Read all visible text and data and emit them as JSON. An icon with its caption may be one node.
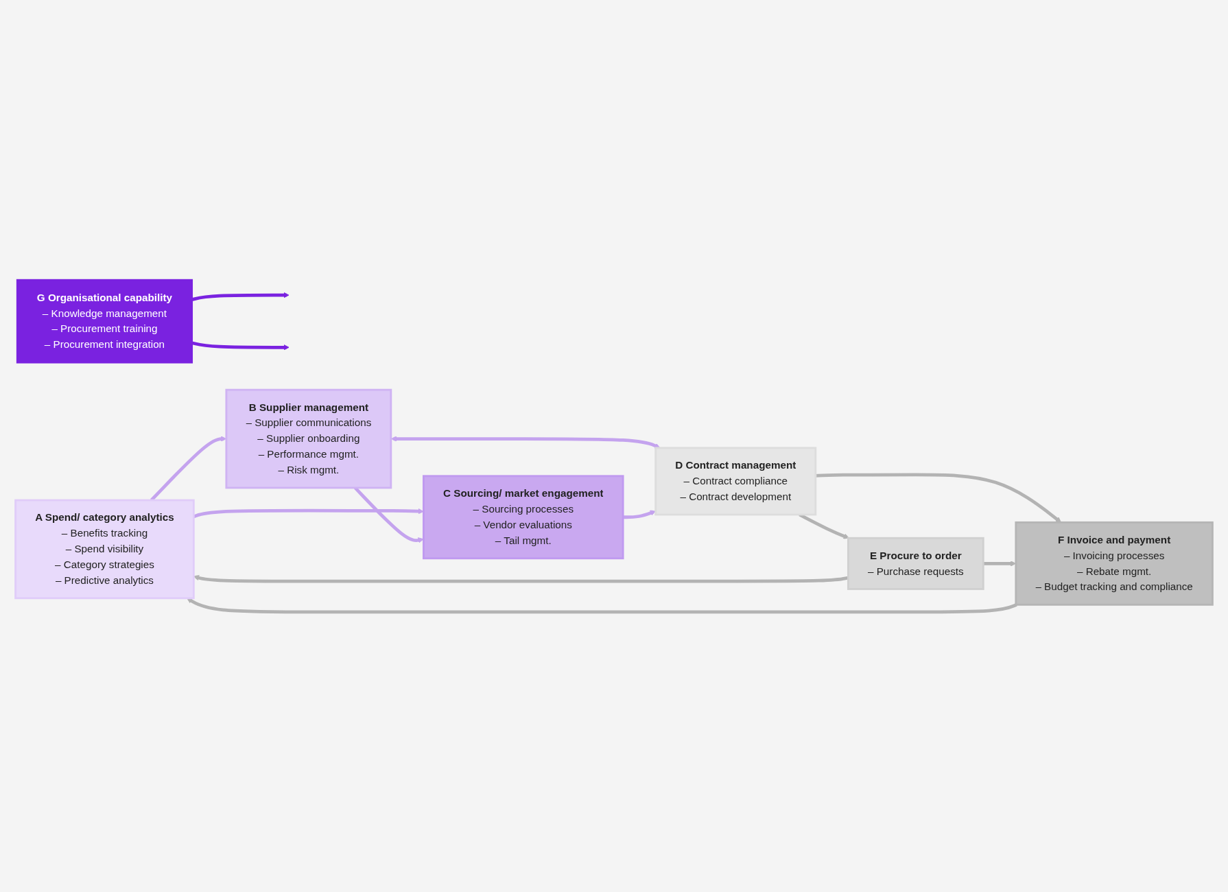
{
  "diagram": {
    "nodes": [
      {
        "text": [
          "A Spend/ category analytics",
          "– Benefits tracking",
          "– Spend visibility",
          "– Category strategies",
          "– Predictive analytics"
        ]
      },
      {
        "text": [
          "B Supplier management",
          "– Supplier communications",
          "– Supplier onboarding",
          "– Performance mgmt.",
          "– Risk mgmt."
        ]
      },
      {
        "text": [
          "C Sourcing/ market engagement",
          "– Sourcing processes",
          "– Vendor evaluations",
          "– Tail mgmt."
        ]
      },
      {
        "text": [
          "D Contract management",
          "– Contract compliance",
          "– Contract development"
        ]
      },
      {
        "text": [
          "E Procure to order",
          "– Purchase requests"
        ]
      },
      {
        "text": [
          "F Invoice and payment",
          "– Invoicing processes",
          "– Rebate mgmt.",
          "– Budget tracking and compliance"
        ]
      },
      {
        "text": [
          "G Organisational capability",
          "– Knowledge management",
          "– Procurement training",
          "– Procurement integration"
        ]
      }
    ],
    "edges": [
      {
        "from": 0,
        "to": 1,
        "arrow": "to",
        "color": "#c4a3ee"
      },
      {
        "from": 0,
        "to": 2,
        "arrow": "to",
        "color": "#c4a3ee"
      },
      {
        "from": 1,
        "to": 2,
        "arrow": "to",
        "color": "#c4a3ee"
      },
      {
        "from": 1,
        "to": 3,
        "arrow": "both",
        "color": "#c4a3ee"
      },
      {
        "from": 2,
        "to": 3,
        "arrow": "to",
        "color": "#c4a3ee"
      },
      {
        "from": 3,
        "to": 4,
        "arrow": "to"
      },
      {
        "from": 3,
        "to": 5,
        "arrow": "to"
      },
      {
        "from": 4,
        "to": 5,
        "arrow": "to"
      },
      {
        "from": 4,
        "to": 0,
        "arrow": "to"
      },
      {
        "from": 5,
        "to": 0,
        "arrow": "to"
      },
      {
        "from": 6,
        "to": null,
        "arrow": "to",
        "color": "#7a22e0"
      },
      {
        "from": 6,
        "to": null,
        "arrow": "to",
        "color": "#7a22e0"
      }
    ]
  }
}
